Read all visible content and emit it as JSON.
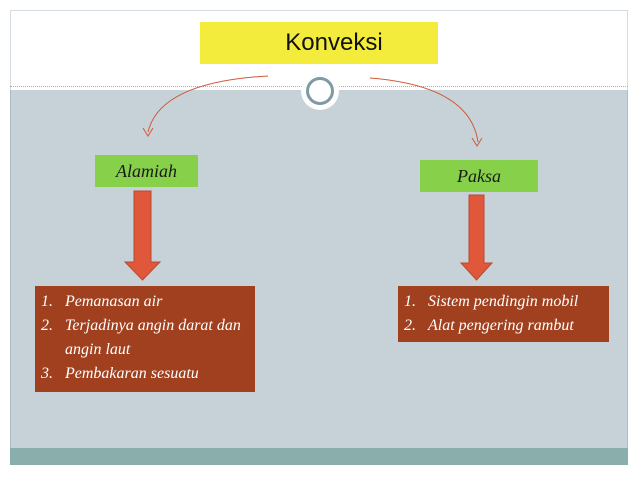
{
  "title": "Konveksi",
  "branches": {
    "left": {
      "label": "Alamiah",
      "items": [
        {
          "num": "1.",
          "text": "Pemanasan air"
        },
        {
          "num": "2.",
          "text": "Terjadinya angin  darat dan angin laut"
        },
        {
          "num": "3.",
          "text": "Pembakaran sesuatu"
        }
      ]
    },
    "right": {
      "label": "Paksa",
      "items": [
        {
          "num": "1.",
          "text": "Sistem pendingin mobil"
        },
        {
          "num": "2.",
          "text": "Alat pengering rambut"
        }
      ]
    }
  },
  "colors": {
    "title_bg": "#f4ec3c",
    "label_bg": "#86d04a",
    "list_bg": "#a0401f",
    "arrow_fill": "#e0573a",
    "connector": "#d05a3a",
    "panel_bg": "#c7d2d8",
    "footer_bg": "#89aeab"
  }
}
